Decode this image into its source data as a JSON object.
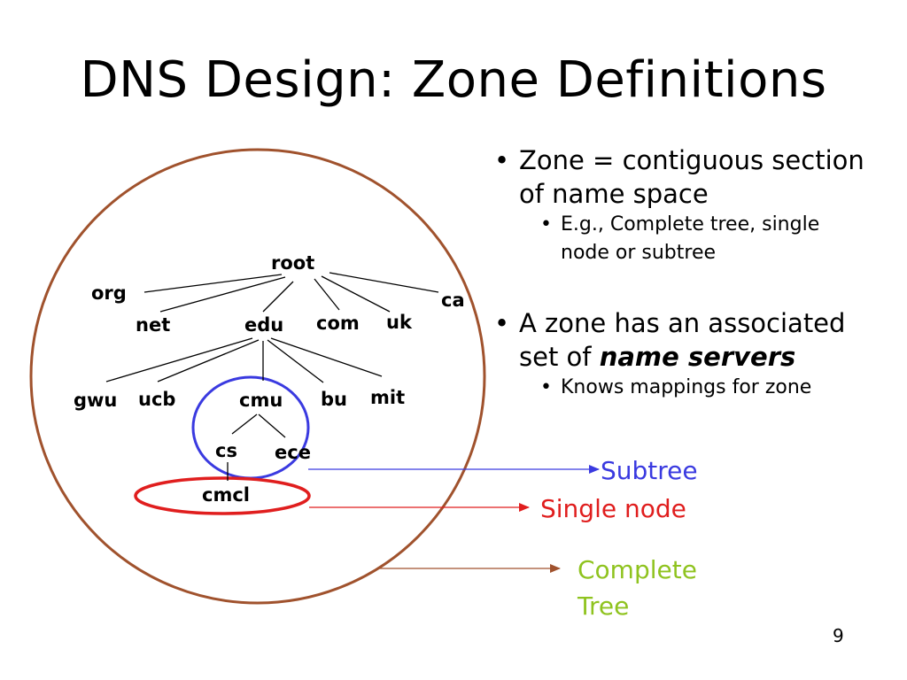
{
  "slide": {
    "title": "DNS Design: Zone Definitions",
    "page_number": "9"
  },
  "bullets": {
    "b1_line1": "Zone = contiguous section",
    "b1_line2": "of name space",
    "b1_sub_line1": "E.g., Complete tree, single",
    "b1_sub_line2": "node or subtree",
    "b2_line1": "A zone has an associated",
    "b2_line2_prefix": "set of ",
    "b2_line2_emph": "name servers",
    "b2_sub_line1": "Knows mappings for zone"
  },
  "tree": {
    "nodes": {
      "root": "root",
      "org": "org",
      "net": "net",
      "edu": "edu",
      "com": "com",
      "uk": "uk",
      "ca": "ca",
      "gwu": "gwu",
      "ucb": "ucb",
      "cmu": "cmu",
      "bu": "bu",
      "mit": "mit",
      "cs": "cs",
      "ece": "ece",
      "cmcl": "cmcl"
    }
  },
  "labels": {
    "subtree": "Subtree",
    "single_node": "Single node",
    "complete_line1": "Complete",
    "complete_line2": "Tree"
  },
  "colors": {
    "complete_tree": "#a0522d",
    "subtree": "#3a3ae0",
    "single_node": "#e01e1e",
    "complete_label": "#8fc31f"
  }
}
